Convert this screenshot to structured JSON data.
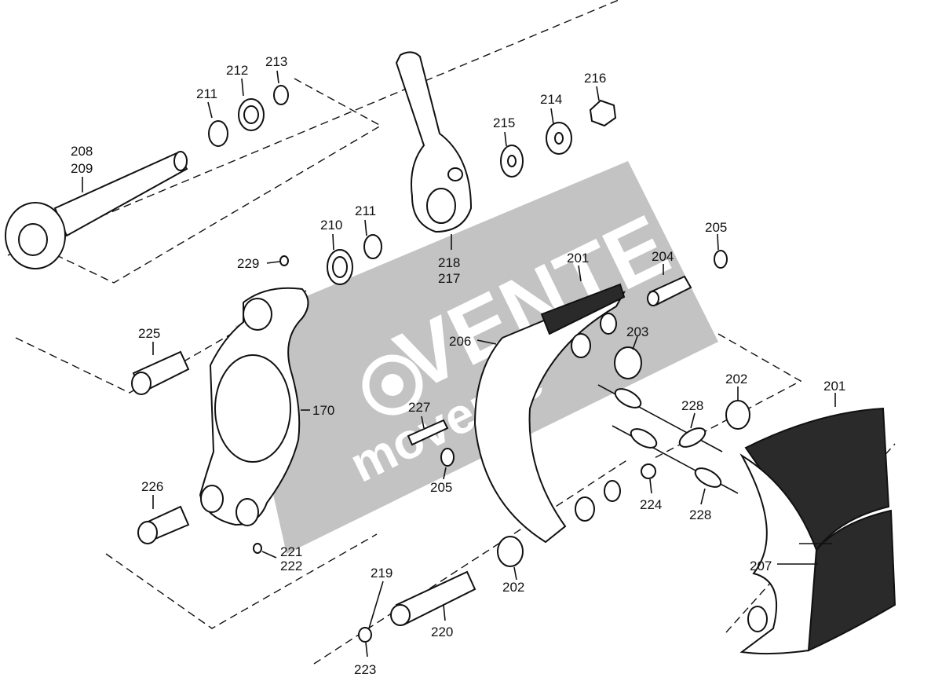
{
  "diagram": {
    "part_labels": [
      {
        "id": "p201a",
        "text": "201"
      },
      {
        "id": "p201b",
        "text": "201"
      },
      {
        "id": "p202a",
        "text": "202"
      },
      {
        "id": "p202b",
        "text": "202"
      },
      {
        "id": "p203",
        "text": "203"
      },
      {
        "id": "p204",
        "text": "204"
      },
      {
        "id": "p205a",
        "text": "205"
      },
      {
        "id": "p205b",
        "text": "205"
      },
      {
        "id": "p206",
        "text": "206"
      },
      {
        "id": "p207",
        "text": "207"
      },
      {
        "id": "p208",
        "text": "208"
      },
      {
        "id": "p209",
        "text": "209"
      },
      {
        "id": "p210",
        "text": "210"
      },
      {
        "id": "p211a",
        "text": "211"
      },
      {
        "id": "p211b",
        "text": "211"
      },
      {
        "id": "p212",
        "text": "212"
      },
      {
        "id": "p213",
        "text": "213"
      },
      {
        "id": "p214",
        "text": "214"
      },
      {
        "id": "p215",
        "text": "215"
      },
      {
        "id": "p216",
        "text": "216"
      },
      {
        "id": "p217",
        "text": "217"
      },
      {
        "id": "p218",
        "text": "218"
      },
      {
        "id": "p219",
        "text": "219"
      },
      {
        "id": "p220",
        "text": "220"
      },
      {
        "id": "p221",
        "text": "221"
      },
      {
        "id": "p222",
        "text": "222"
      },
      {
        "id": "p223",
        "text": "223"
      },
      {
        "id": "p224",
        "text": "224"
      },
      {
        "id": "p225",
        "text": "225"
      },
      {
        "id": "p226",
        "text": "226"
      },
      {
        "id": "p227",
        "text": "227"
      },
      {
        "id": "p228a",
        "text": "228"
      },
      {
        "id": "p228b",
        "text": "228"
      },
      {
        "id": "p229",
        "text": "229"
      },
      {
        "id": "p170",
        "text": "170"
      }
    ]
  },
  "watermark": {
    "brand": "VENTE",
    "site": "movente",
    "color": "#b9b9b9"
  }
}
